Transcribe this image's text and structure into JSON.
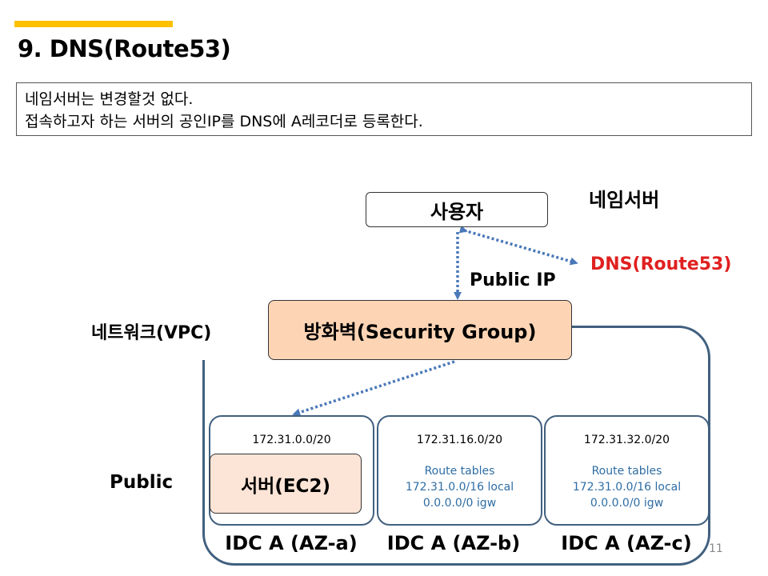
{
  "slide": {
    "title": "9. DNS(Route53)",
    "page_number": "11"
  },
  "note": {
    "line1": "네임서버는 변경할것 없다.",
    "line2": "접속하고자 하는 서버의 공인IP를 DNS에 A레코더로 등록한다."
  },
  "diagram": {
    "user_label": "사용자",
    "nameserver_label": "네임서버",
    "dns_label": "DNS(Route53)",
    "public_ip_label": "Public IP",
    "vpc_label": "네트워크(VPC)",
    "firewall_label": "방화벽(Security Group)",
    "public_label": "Public",
    "server_label": "서버(EC2)",
    "zones": [
      {
        "cidr": "172.31.0.0/20",
        "name": "IDC A (AZ-a)"
      },
      {
        "cidr": "172.31.16.0/20",
        "name": "IDC A (AZ-b)",
        "routes": [
          "Route tables",
          "172.31.0.0/16 local",
          "0.0.0.0/0 igw"
        ]
      },
      {
        "cidr": "172.31.32.0/20",
        "name": "IDC A (AZ-c)",
        "routes": [
          "Route tables",
          "172.31.0.0/16 local",
          "0.0.0.0/0 igw"
        ]
      }
    ]
  },
  "colors": {
    "accent": "#ffc000",
    "frame": "#41607f",
    "arrow": "#4a78b8",
    "dns_text": "#e02020",
    "firewall_fill": "#fdd5b5",
    "server_fill": "#fce4d6",
    "route_text": "#2e6da4"
  }
}
